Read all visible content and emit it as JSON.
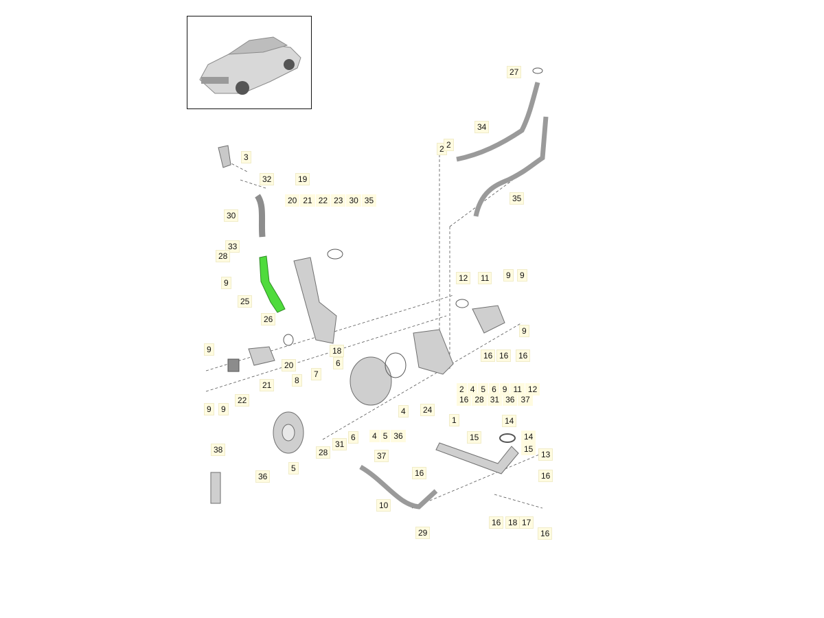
{
  "colors": {
    "highlight": "#4fdb3c",
    "part_fill": "#cfcfcf",
    "part_stroke": "#6e6e6e",
    "leader": "#333333",
    "callout_bg": "#fffbe0"
  },
  "callouts": {
    "c3": "3",
    "c32": "32",
    "c30": "30",
    "c33": "33",
    "c28a": "28",
    "c9a": "9",
    "c25": "25",
    "c26": "26",
    "c19": "19",
    "c18": "18",
    "c7": "7",
    "c6a": "6",
    "c8": "8",
    "c20": "20",
    "c21": "21",
    "c22": "22",
    "c9b": "9",
    "c9c": "9",
    "c9d": "9",
    "c24": "24",
    "c4": "4",
    "c1": "1",
    "c5": "5",
    "c36": "36",
    "c28b": "28",
    "c31": "31",
    "c6b": "6",
    "c37": "37",
    "c38": "38",
    "c10": "10",
    "c29": "29",
    "c15": "15",
    "c16a": "16",
    "c14": "14",
    "c13": "13",
    "c16b": "16",
    "c16c": "16",
    "c18b": "18",
    "c17": "17",
    "c16d": "16",
    "c12": "12",
    "c11": "11",
    "c9e": "9",
    "c9f": "9",
    "c9g": "9",
    "c16e": "16",
    "c16f": "16",
    "c16g": "16",
    "c2a": "2",
    "c2b": "2",
    "c34": "34",
    "c35": "35",
    "c27": "27"
  },
  "groups": {
    "g19": [
      "20",
      "21",
      "22",
      "23",
      "30",
      "35"
    ],
    "g1_row1": [
      "2",
      "4",
      "5",
      "6",
      "9",
      "11",
      "12"
    ],
    "g1_row2": [
      "16",
      "28",
      "31",
      "36",
      "37"
    ],
    "g37": [
      "4",
      "5",
      "36"
    ],
    "g13": [
      "14",
      "15"
    ]
  }
}
